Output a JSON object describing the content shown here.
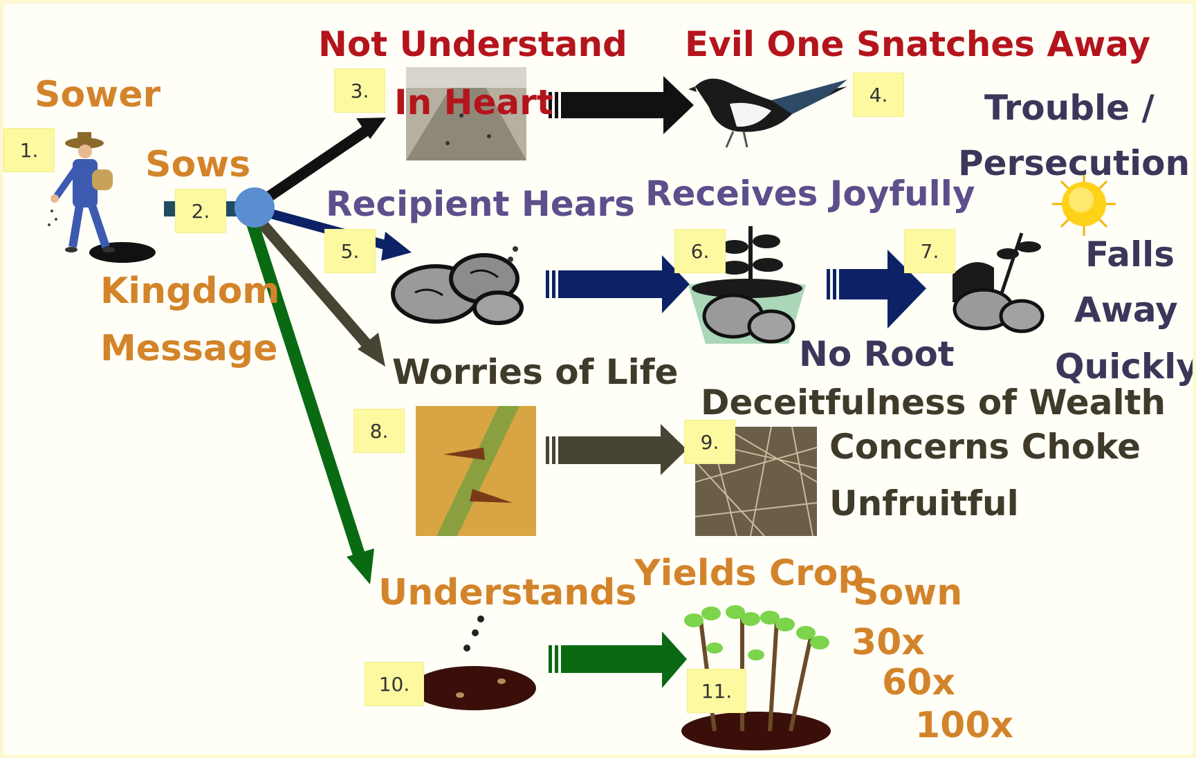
{
  "labels": {
    "sower": "Sower",
    "sows": "Sows",
    "kingdom": "Kingdom",
    "message": "Message",
    "not_understand": "Not Understand",
    "in_heart": "In Heart",
    "evil_one": "Evil One Snatches Away",
    "trouble": "Trouble /",
    "persecution": "Persecution",
    "recipient_hears": "Recipient Hears",
    "receives_joyfully": "Receives Joyfully",
    "falls": "Falls",
    "away": "Away",
    "quickly": "Quickly",
    "no_root": "No Root",
    "worries": "Worries of Life",
    "deceitfulness": "Deceitfulness of Wealth",
    "concerns": "Concerns Choke",
    "unfruitful": "Unfruitful",
    "understands": "Understands",
    "yields_crop": "Yields Crop",
    "sown": "Sown",
    "x30": "30x",
    "x60": "60x",
    "x100": "100x"
  },
  "numbers": [
    "1.",
    "2.",
    "3.",
    "4.",
    "5.",
    "6.",
    "7.",
    "8.",
    "9.",
    "10.",
    "11."
  ],
  "colors": {
    "orange": "#d3842a",
    "red": "#b4141c",
    "purple": "#5c4f8b",
    "path_black": "#111111",
    "path_navy": "#0d2266",
    "path_olive": "#474433",
    "path_green": "#0a6a12",
    "hub": "#5b8ed0",
    "note": "#fdf9a0"
  },
  "icons": [
    "farmer-sowing-icon",
    "path-image-icon",
    "magpie-bird-icon",
    "rocks-icon",
    "sprout-on-rocks-icon",
    "withered-plant-icon",
    "sun-icon",
    "thorn-stem-icon",
    "thorns-thicket-icon",
    "seeds-in-soil-icon",
    "growing-plants-icon"
  ]
}
